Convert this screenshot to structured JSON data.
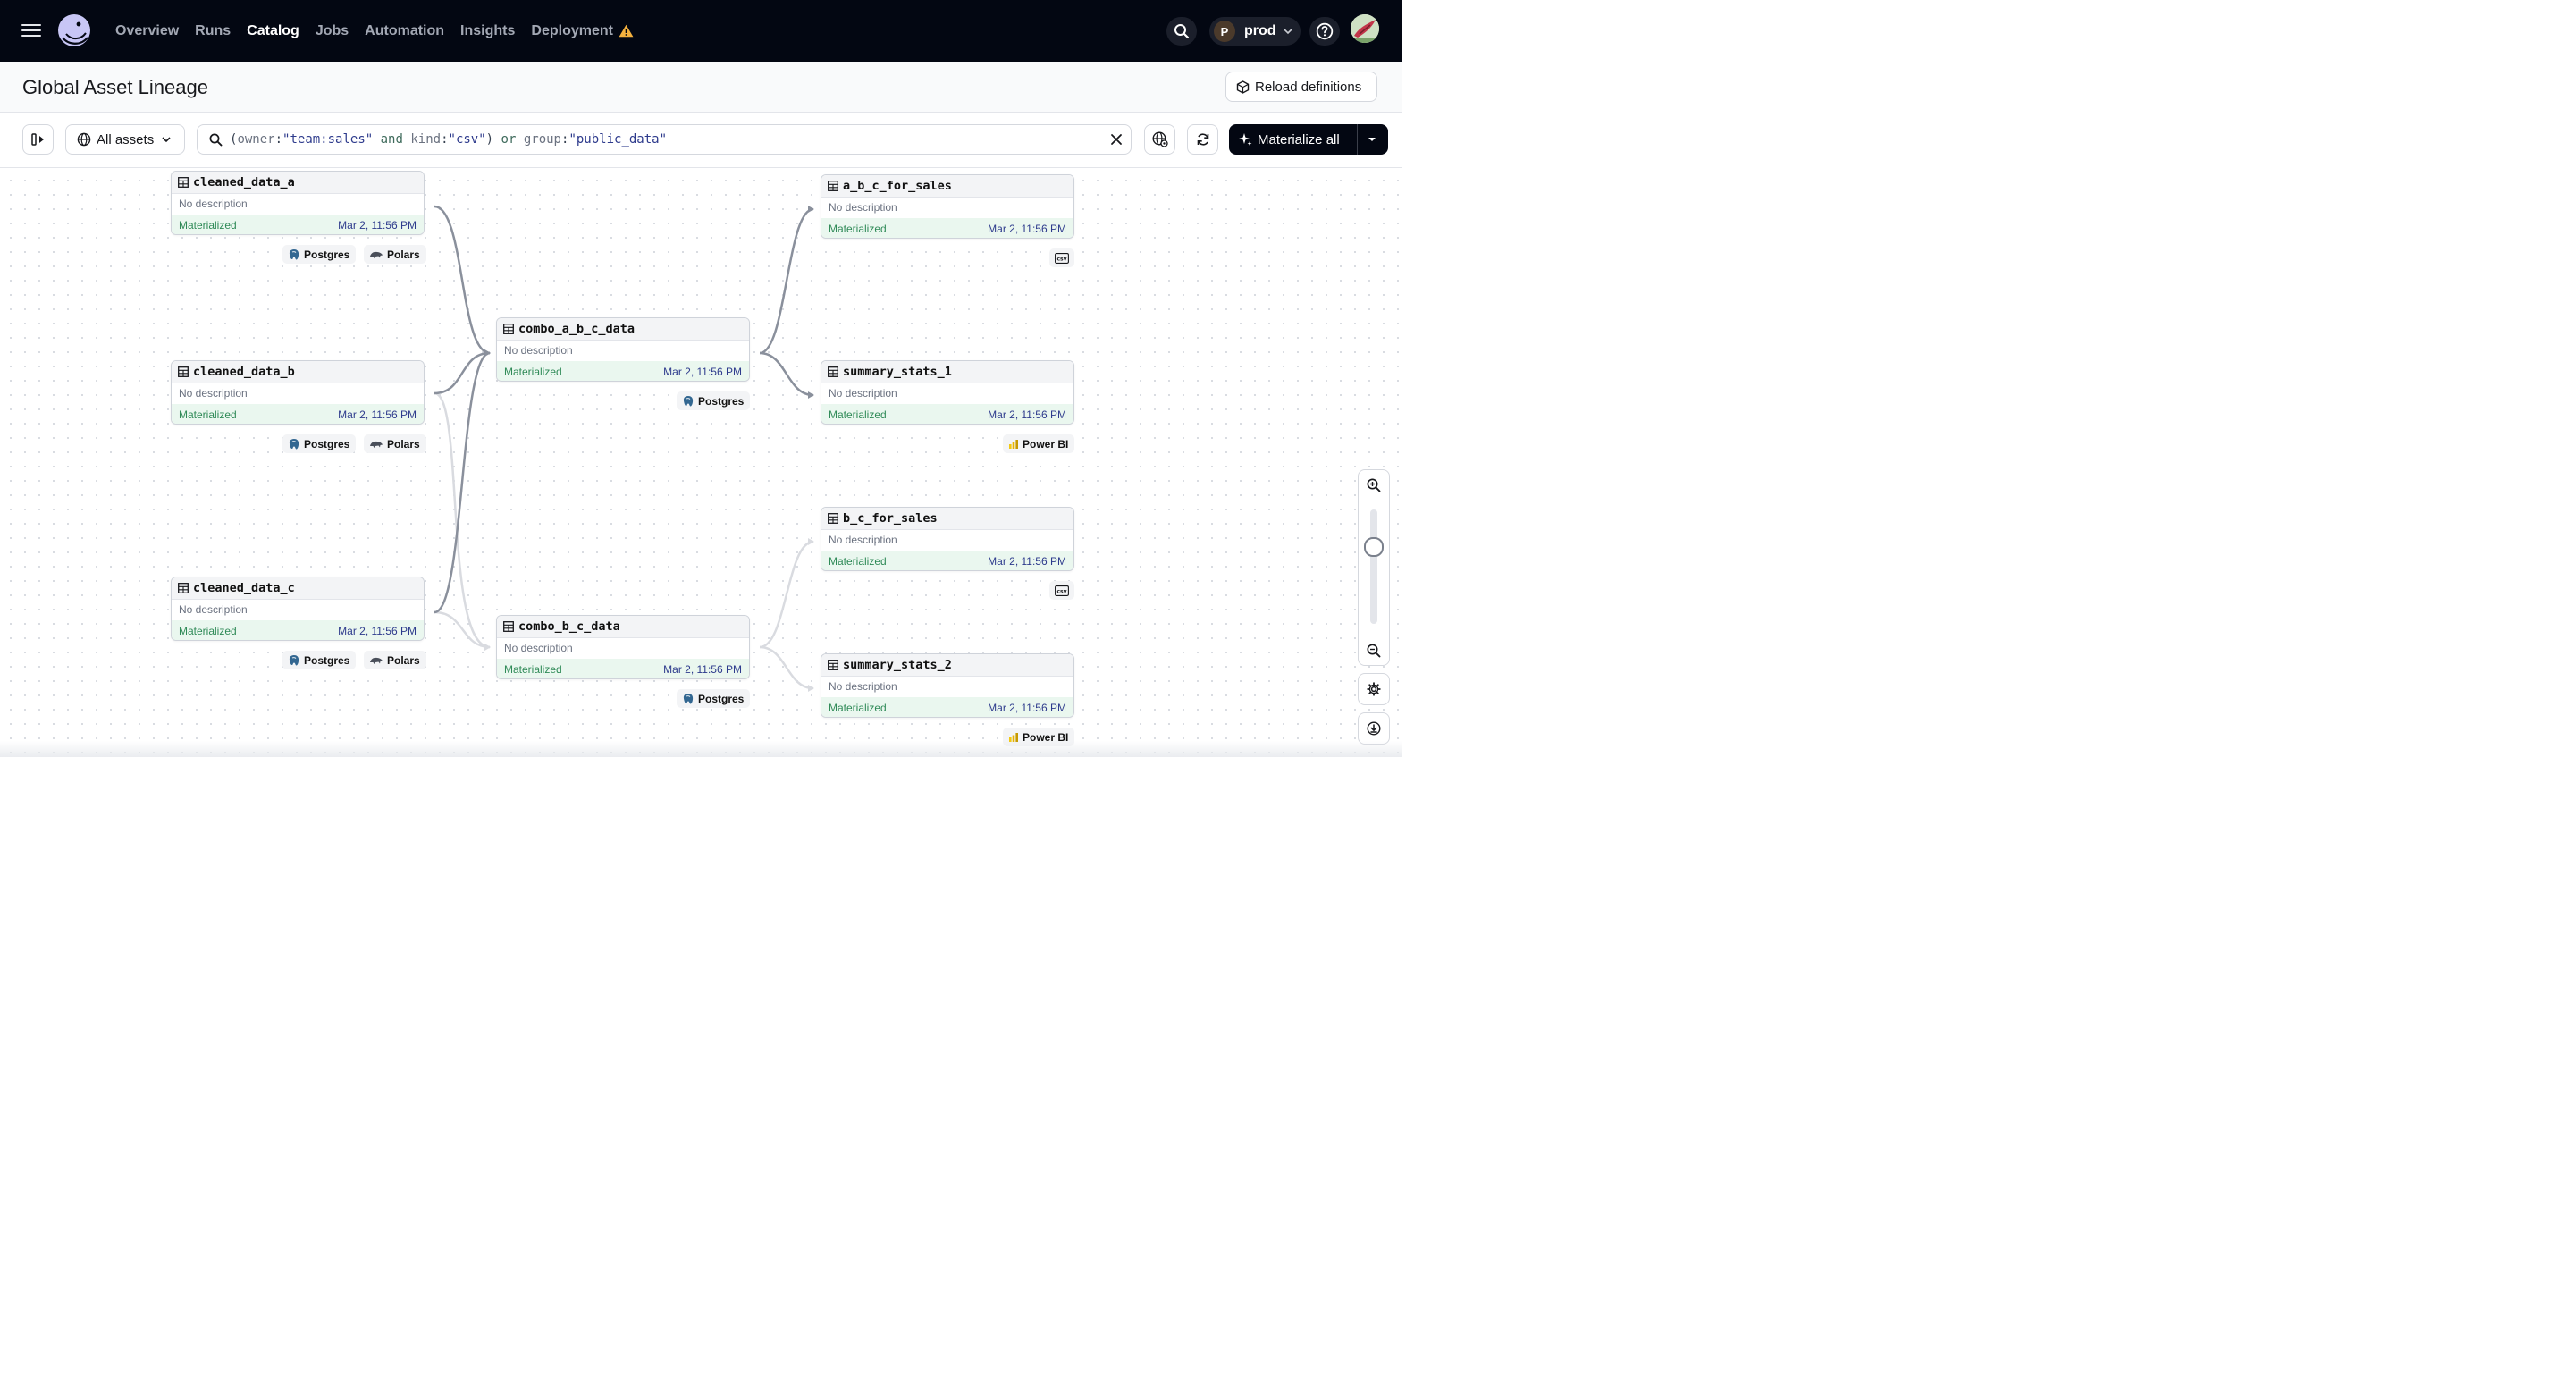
{
  "nav": {
    "links": [
      "Overview",
      "Runs",
      "Catalog",
      "Jobs",
      "Automation",
      "Insights",
      "Deployment"
    ],
    "active": "Catalog",
    "deployment": {
      "initial": "P",
      "name": "prod"
    }
  },
  "header": {
    "title": "Global Asset Lineage",
    "reload_label": "Reload definitions"
  },
  "toolbar": {
    "assets_label": "All assets",
    "query_tokens": [
      {
        "t": "(",
        "c": "p"
      },
      {
        "t": "owner",
        "c": "k"
      },
      {
        "t": ":",
        "c": "p"
      },
      {
        "t": "\"team:sales\"",
        "c": "v"
      },
      {
        "t": " ",
        "c": "p"
      },
      {
        "t": "and",
        "c": "op"
      },
      {
        "t": " ",
        "c": "p"
      },
      {
        "t": "kind",
        "c": "k"
      },
      {
        "t": ":",
        "c": "p"
      },
      {
        "t": "\"csv\"",
        "c": "v"
      },
      {
        "t": ")",
        "c": "p"
      },
      {
        "t": " ",
        "c": "p"
      },
      {
        "t": "or",
        "c": "op"
      },
      {
        "t": " ",
        "c": "p"
      },
      {
        "t": "group",
        "c": "k"
      },
      {
        "t": ":",
        "c": "p"
      },
      {
        "t": "\"public_data\"",
        "c": "v"
      }
    ],
    "materialize_label": "Materialize all"
  },
  "nodes": {
    "cleaned_data_a": {
      "name": "cleaned_data_a",
      "description": "No description",
      "status": "Materialized",
      "timestamp": "Mar 2, 11:56 PM",
      "tags": [
        "Postgres",
        "Polars"
      ]
    },
    "cleaned_data_b": {
      "name": "cleaned_data_b",
      "description": "No description",
      "status": "Materialized",
      "timestamp": "Mar 2, 11:56 PM",
      "tags": [
        "Postgres",
        "Polars"
      ]
    },
    "cleaned_data_c": {
      "name": "cleaned_data_c",
      "description": "No description",
      "status": "Materialized",
      "timestamp": "Mar 2, 11:56 PM",
      "tags": [
        "Postgres",
        "Polars"
      ]
    },
    "combo_a_b_c_data": {
      "name": "combo_a_b_c_data",
      "description": "No description",
      "status": "Materialized",
      "timestamp": "Mar 2, 11:56 PM",
      "tags": [
        "Postgres"
      ]
    },
    "combo_b_c_data": {
      "name": "combo_b_c_data",
      "description": "No description",
      "status": "Materialized",
      "timestamp": "Mar 2, 11:56 PM",
      "tags": [
        "Postgres"
      ]
    },
    "a_b_c_for_sales": {
      "name": "a_b_c_for_sales",
      "description": "No description",
      "status": "Materialized",
      "timestamp": "Mar 2, 11:56 PM",
      "tags": [
        "csv-icon"
      ]
    },
    "summary_stats_1": {
      "name": "summary_stats_1",
      "description": "No description",
      "status": "Materialized",
      "timestamp": "Mar 2, 11:56 PM",
      "tags": [
        "Power BI"
      ]
    },
    "b_c_for_sales": {
      "name": "b_c_for_sales",
      "description": "No description",
      "status": "Materialized",
      "timestamp": "Mar 2, 11:56 PM",
      "tags": [
        "csv-icon"
      ]
    },
    "summary_stats_2": {
      "name": "summary_stats_2",
      "description": "No description",
      "status": "Materialized",
      "timestamp": "Mar 2, 11:56 PM",
      "tags": [
        "Power BI"
      ]
    }
  },
  "colors": {
    "nav_bg": "#030712",
    "materialized_text": "#2f8a57",
    "materialized_bg": "#eaf7ef",
    "timestamp_text": "#2d3a8c",
    "edge_active": "#8a909c",
    "edge_dim": "#d9dbe0"
  },
  "icons": [
    "hamburger-icon",
    "dagster-logo",
    "warning-icon",
    "search-icon",
    "chevron-down-icon",
    "help-icon",
    "reload-icon",
    "sidebar-toggle-icon",
    "globe-icon",
    "close-icon",
    "refresh-icon",
    "sparkle-icon",
    "table-icon",
    "postgres-icon",
    "polars-icon",
    "csv-icon",
    "powerbi-icon",
    "zoom-in-icon",
    "zoom-out-icon",
    "gear-icon",
    "download-icon"
  ]
}
